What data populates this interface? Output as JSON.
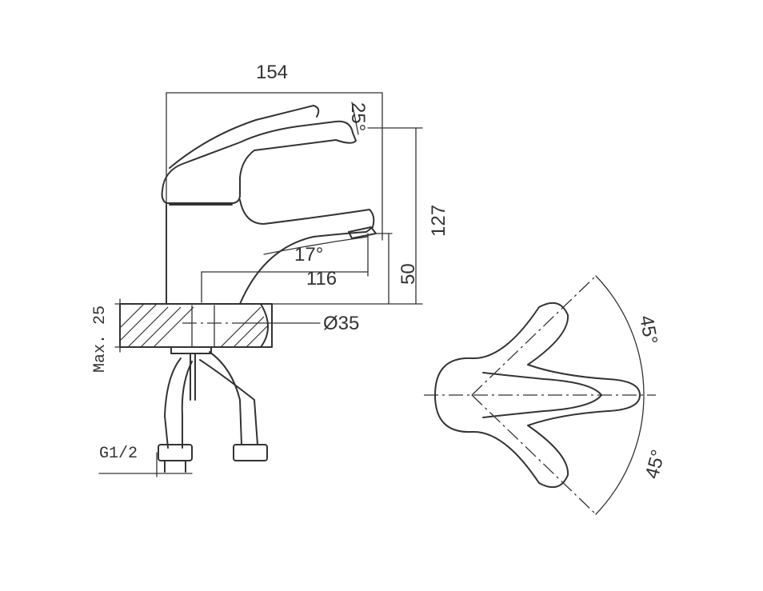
{
  "dimensions": {
    "overall_width": "154",
    "handle_angle": "25°",
    "overall_height": "127",
    "spout_angle": "17°",
    "spout_reach": "116",
    "spout_height": "50",
    "hole_diameter": "Ø35",
    "max_deck_thickness": "Max. 25",
    "thread_size": "G1/2",
    "rotation_upper": "45°",
    "rotation_lower": "45°"
  },
  "colors": {
    "line": "#333333",
    "background": "#ffffff"
  }
}
